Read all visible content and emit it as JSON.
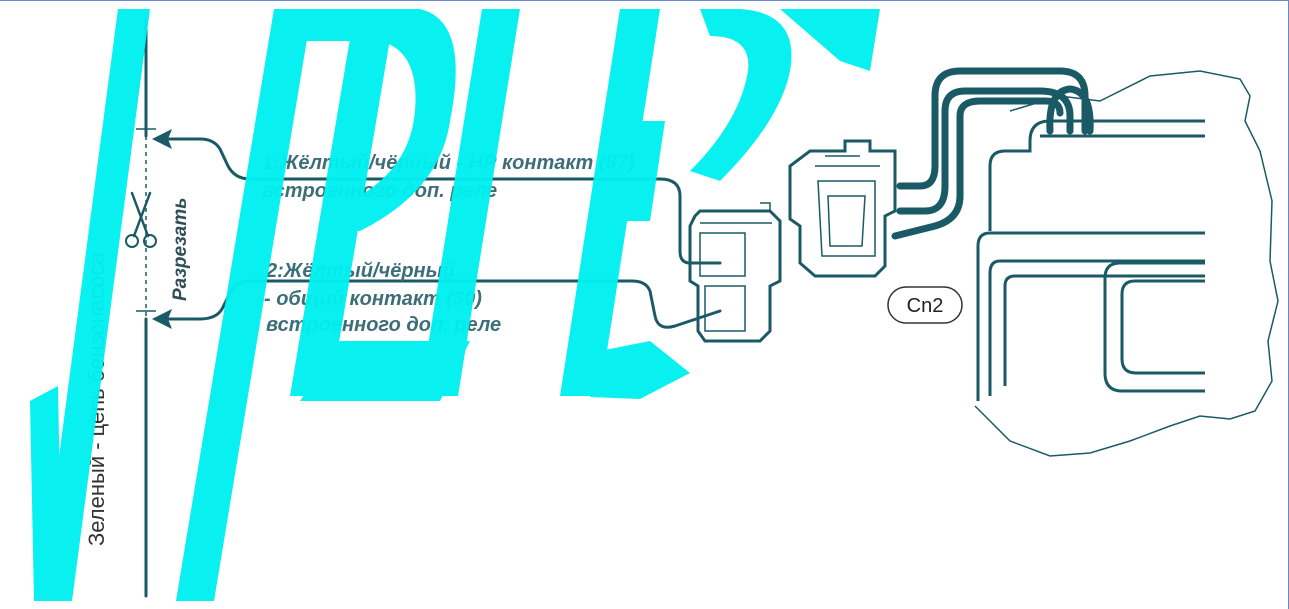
{
  "labels": {
    "wire1_line1": "1:Жёлтый/чёрный - НР контакт (87)",
    "wire1_line2": "встроенного доп. реле",
    "wire2_line1": "2:Жёлтый/чёрный",
    "wire2_line2": " - общий контакт (30)",
    "wire2_line3": "встроенного доп. реле",
    "fuel_pump_wire": "Зеленый - цепь бензонасоса",
    "cut": "Разрезать",
    "connector": "Cn2"
  },
  "icons": {
    "scissors": "scissors-icon"
  },
  "colors": {
    "wire": "#1a5a66",
    "label_text": "#3d6e78",
    "watermark": "#00f0f0",
    "frame": "#6a86c8"
  }
}
